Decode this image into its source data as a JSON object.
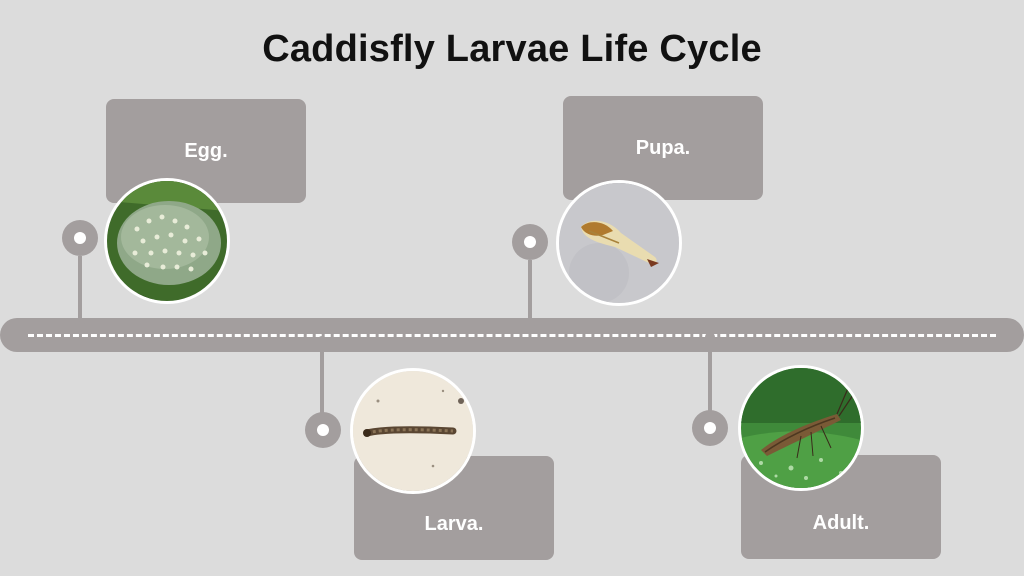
{
  "title": "Caddisfly Larvae Life Cycle",
  "stages": [
    {
      "label": "Egg.",
      "icon": "egg-mass-photo"
    },
    {
      "label": "Larva.",
      "icon": "larva-photo"
    },
    {
      "label": "Pupa.",
      "icon": "pupa-photo"
    },
    {
      "label": "Adult.",
      "icon": "adult-caddisfly-photo"
    }
  ],
  "colors": {
    "background": "#dcdcdc",
    "timeline": "#a39e9e",
    "label_text": "#ffffff",
    "title_text": "#111111"
  }
}
